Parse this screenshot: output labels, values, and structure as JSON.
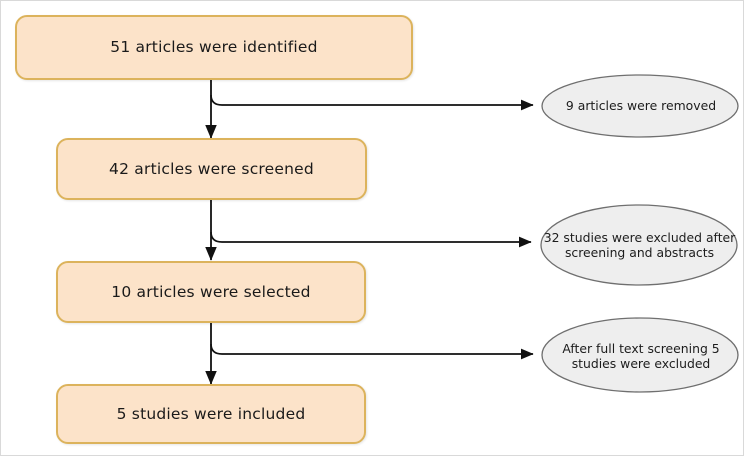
{
  "diagram": {
    "title": "PRISMA-style article selection flowchart",
    "colors": {
      "box_fill": "#fce3c9",
      "box_border": "#dcb35c",
      "ellipse_fill": "#eeeeee",
      "ellipse_border": "#6f6f6f",
      "connector": "#111111",
      "page_border": "#d9d9d9",
      "background": "#ffffff"
    },
    "stages": [
      {
        "id": "identified",
        "label": "51 articles were identified",
        "count": 51
      },
      {
        "id": "screened",
        "label": "42 articles were screened",
        "count": 42
      },
      {
        "id": "selected",
        "label": "10 articles were selected",
        "count": 10
      },
      {
        "id": "included",
        "label": "5 studies were included",
        "count": 5
      }
    ],
    "exclusions": [
      {
        "id": "removed",
        "lines": [
          "9 articles were removed"
        ],
        "count": 9
      },
      {
        "id": "excluded-screening",
        "lines": [
          "32 studies were excluded after",
          "screening and abstracts"
        ],
        "count": 32
      },
      {
        "id": "excluded-fulltext",
        "lines": [
          "After full text screening 5",
          "studies were excluded"
        ],
        "count": 5
      }
    ]
  }
}
